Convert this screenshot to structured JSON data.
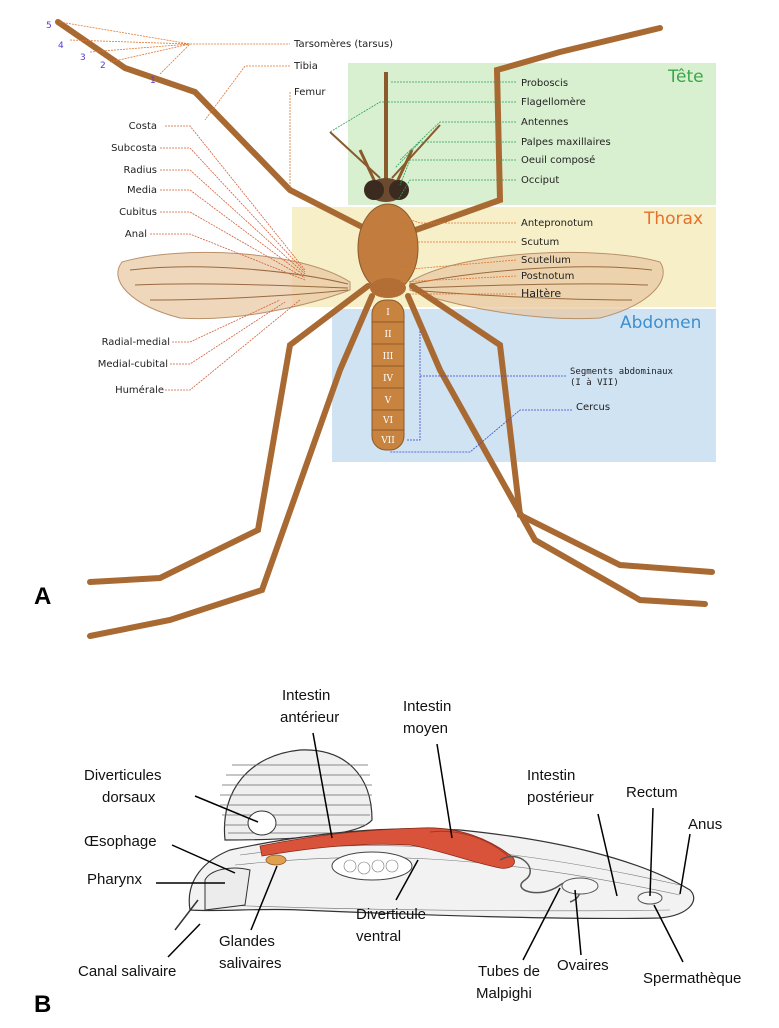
{
  "panel_a": {
    "letter": "A",
    "regions": {
      "tete": "Tête",
      "thorax": "Thorax",
      "abdomen": "Abdomen"
    },
    "tarsus_numbers": [
      "5",
      "4",
      "3",
      "2",
      "1"
    ],
    "labels_left": [
      "Costa",
      "Subcosta",
      "Radius",
      "Media",
      "Cubitus",
      "Anal",
      "Radial-medial",
      "Medial-cubital",
      "Humérale"
    ],
    "labels_top": [
      "Tarsomères (tarsus)",
      "Tibia",
      "Femur"
    ],
    "labels_head": [
      "Proboscis",
      "Flagellomère",
      "Antennes",
      "Palpes maxillaires",
      "Oeuil composé",
      "Occiput"
    ],
    "labels_thorax": [
      "Antepronotum",
      "Scutum",
      "Scutellum",
      "Postnotum",
      "Haltère"
    ],
    "labels_abdomen": [
      "Segments abdominaux",
      "(I à VII)",
      "Cercus"
    ],
    "segment_numerals": [
      "I",
      "II",
      "III",
      "IV",
      "V",
      "VI",
      "VII"
    ]
  },
  "panel_b": {
    "letter": "B",
    "labels": {
      "intestin_anterieur": [
        "Intestin",
        "antérieur"
      ],
      "intestin_moyen": [
        "Intestin",
        "moyen"
      ],
      "intestin_posterieur": [
        "Intestin",
        "postérieur"
      ],
      "rectum": "Rectum",
      "anus": "Anus",
      "diverticules_dorsaux": [
        "Diverticules",
        "dorsaux"
      ],
      "oesophage": "Œsophage",
      "pharynx": "Pharynx",
      "canal_salivaire": "Canal salivaire",
      "glandes_salivaires": [
        "Glandes",
        "salivaires"
      ],
      "diverticule_ventral": [
        "Diverticule",
        "ventral"
      ],
      "tubes_malpighi": [
        "Tubes de",
        "Malpighi"
      ],
      "ovaires": "Ovaires",
      "spermatheque": "Spermathèque"
    }
  },
  "colors": {
    "head_region": "#d8f0d0",
    "thorax_region": "#f6efc8",
    "abdomen_region": "#cfe3f3",
    "region_title_green": "#3aa64a",
    "region_title_orange": "#e8702a",
    "region_title_blue": "#3d8fd0",
    "body_brown": "#b8763a",
    "gut_red": "#d9533a"
  }
}
